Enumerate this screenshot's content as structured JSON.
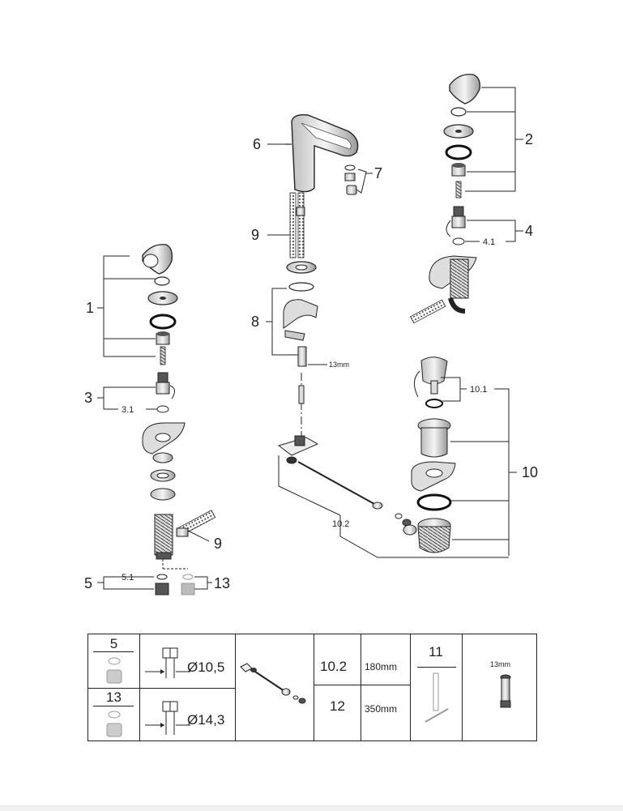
{
  "callouts": {
    "c1": "1",
    "c2": "2",
    "c3": "3",
    "c3_1": "3.1",
    "c4": "4",
    "c4_1": "4.1",
    "c5": "5",
    "c5_1": "5.1",
    "c6": "6",
    "c7": "7",
    "c8": "8",
    "c9_top": "9",
    "c9_left": "9",
    "c10": "10",
    "c10_1": "10.1",
    "c10_2": "10.2",
    "c13": "13",
    "c13mm": "13mm"
  },
  "table": {
    "item5": "5",
    "item13": "13",
    "dia_10_5": "Ø10,5",
    "dia_14_3": "Ø14,3",
    "item10_2": "10.2",
    "len_180": "180mm",
    "item12": "12",
    "len_350": "350mm",
    "item11": "11",
    "tool13mm": "13mm"
  },
  "colors": {
    "line": "#222222",
    "part_fill": "#e6e6e6",
    "part_dark": "#555555",
    "faded": "#9a9a9a"
  }
}
